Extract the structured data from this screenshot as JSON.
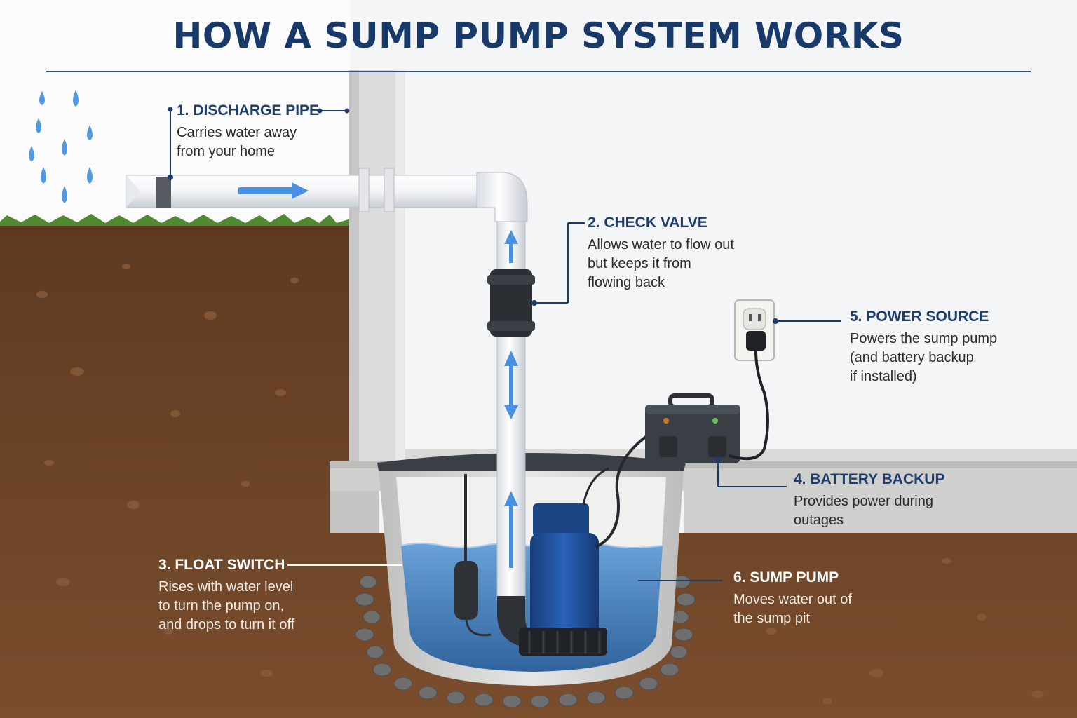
{
  "title": "HOW A SUMP PUMP SYSTEM WORKS",
  "colors": {
    "title": "#173a6a",
    "accent_line": "#2f4f86",
    "water": "#2f6fb3",
    "flow_arrow": "#4a90e2",
    "soil": "#6b4327",
    "wall": "#f1f2f4",
    "pump_body": "#1f4f9e"
  },
  "components": [
    {
      "id": "discharge-pipe",
      "heading": "1. DISCHARGE PIPE",
      "lines": [
        "Carries water away",
        "from your home"
      ]
    },
    {
      "id": "check-valve",
      "heading": "2. CHECK VALVE",
      "lines": [
        "Allows water to flow out",
        "but keeps it from",
        "flowing back"
      ]
    },
    {
      "id": "float-switch",
      "heading": "3. FLOAT SWITCH",
      "lines": [
        "Rises with water level",
        "to turn the pump on,",
        "and drops to turn it off"
      ]
    },
    {
      "id": "battery-backup",
      "heading": "4. BATTERY BACKUP",
      "lines": [
        "Provides power during",
        "outages"
      ]
    },
    {
      "id": "power-source",
      "heading": "5. POWER SOURCE",
      "lines": [
        "Powers the sump pump",
        "(and battery backup",
        "if installed)"
      ]
    },
    {
      "id": "sump-pump",
      "heading": "6. SUMP PUMP",
      "lines": [
        "Moves water out of",
        "the sump pit"
      ]
    }
  ],
  "icons": [
    "raindrop-icon",
    "flow-arrow-icon",
    "electrical-outlet-icon",
    "battery-box-icon"
  ]
}
